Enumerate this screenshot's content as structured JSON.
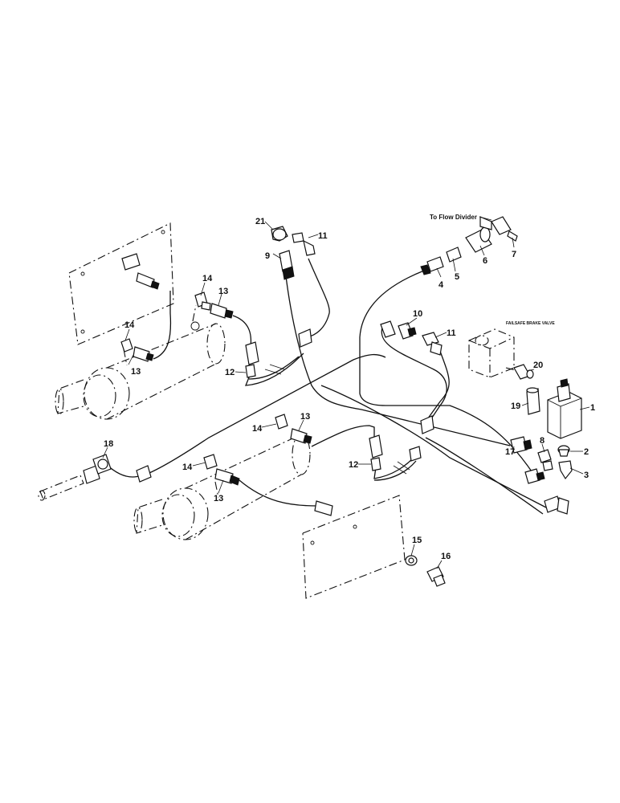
{
  "diagram": {
    "note_flow_divider": "To Flow Divider",
    "note_failsafe": "FAILSAFE BRAKE VALVE",
    "callouts": [
      {
        "id": "c1",
        "label": "1"
      },
      {
        "id": "c2",
        "label": "2"
      },
      {
        "id": "c3",
        "label": "3"
      },
      {
        "id": "c4",
        "label": "4"
      },
      {
        "id": "c5",
        "label": "5"
      },
      {
        "id": "c6",
        "label": "6"
      },
      {
        "id": "c7",
        "label": "7"
      },
      {
        "id": "c8",
        "label": "8"
      },
      {
        "id": "c9",
        "label": "9"
      },
      {
        "id": "c10",
        "label": "10"
      },
      {
        "id": "c11a",
        "label": "11"
      },
      {
        "id": "c11b",
        "label": "11"
      },
      {
        "id": "c12a",
        "label": "12"
      },
      {
        "id": "c12b",
        "label": "12"
      },
      {
        "id": "c13a",
        "label": "13"
      },
      {
        "id": "c13b",
        "label": "13"
      },
      {
        "id": "c13c",
        "label": "13"
      },
      {
        "id": "c13d",
        "label": "13"
      },
      {
        "id": "c14a",
        "label": "14"
      },
      {
        "id": "c14b",
        "label": "14"
      },
      {
        "id": "c14c",
        "label": "14"
      },
      {
        "id": "c14d",
        "label": "14"
      },
      {
        "id": "c15",
        "label": "15"
      },
      {
        "id": "c16",
        "label": "16"
      },
      {
        "id": "c17",
        "label": "17"
      },
      {
        "id": "c18",
        "label": "18"
      },
      {
        "id": "c19",
        "label": "19"
      },
      {
        "id": "c20",
        "label": "20"
      },
      {
        "id": "c21",
        "label": "21"
      }
    ]
  }
}
